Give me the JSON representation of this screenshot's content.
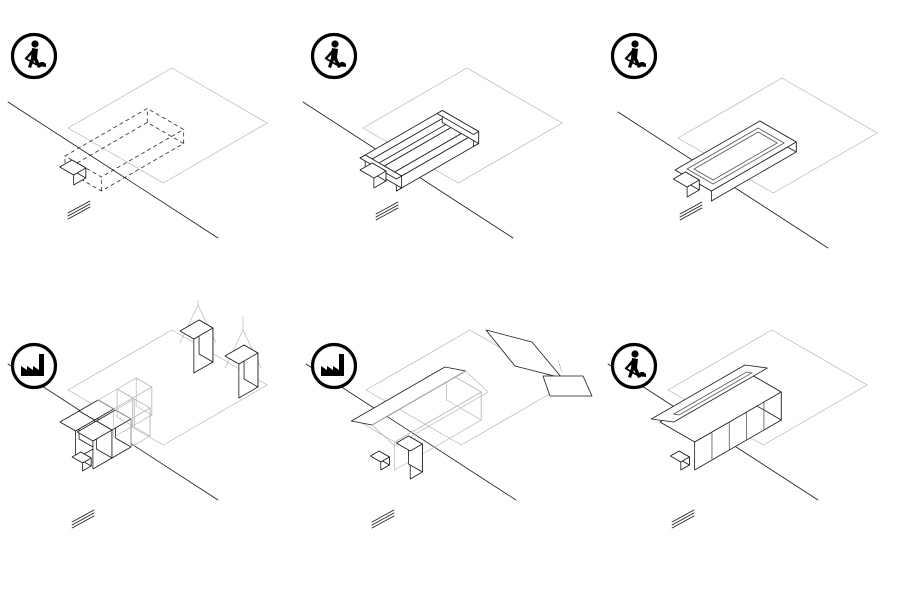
{
  "diagram": {
    "steps": [
      {
        "id": 1,
        "icon": "construction-worker-icon",
        "stage": "site-excavation-outline"
      },
      {
        "id": 2,
        "icon": "construction-worker-icon",
        "stage": "foundation-walls"
      },
      {
        "id": 3,
        "icon": "construction-worker-icon",
        "stage": "foundation-slab"
      },
      {
        "id": 4,
        "icon": "factory-icon",
        "stage": "prefab-modules-placed"
      },
      {
        "id": 5,
        "icon": "factory-icon",
        "stage": "prefab-roof-panels-placed"
      },
      {
        "id": 6,
        "icon": "construction-worker-icon",
        "stage": "finished-house"
      }
    ]
  }
}
